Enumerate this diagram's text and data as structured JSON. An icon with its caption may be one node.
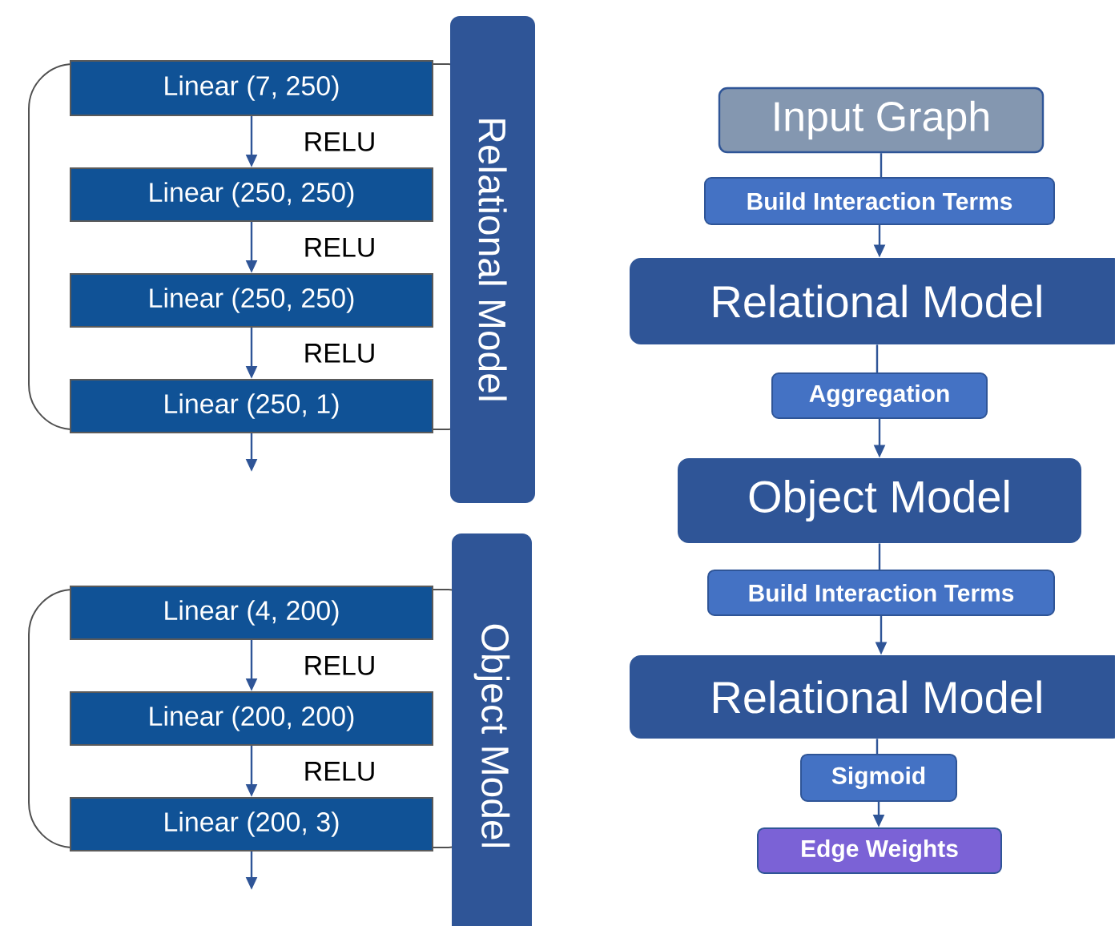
{
  "diagram": {
    "nodes": [
      {
        "text": [
          "Relational Model"
        ]
      },
      {
        "text": [
          "Linear (7, 250)"
        ]
      },
      {
        "text": [
          "Linear (250, 250)"
        ]
      },
      {
        "text": [
          "Linear (250, 250)"
        ]
      },
      {
        "text": [
          "Linear (250, 1)"
        ]
      },
      {
        "text": [
          "Object Model"
        ]
      },
      {
        "text": [
          "Linear (4, 200)"
        ]
      },
      {
        "text": [
          "Linear (200, 200)"
        ]
      },
      {
        "text": [
          "Linear (200, 3)"
        ]
      },
      {
        "text": [
          "Input Graph"
        ]
      },
      {
        "text": [
          "Build Interaction Terms"
        ]
      },
      {
        "text": [
          "Relational Model"
        ]
      },
      {
        "text": [
          "Aggregation"
        ]
      },
      {
        "text": [
          "Object Model"
        ]
      },
      {
        "text": [
          "Build Interaction Terms"
        ]
      },
      {
        "text": [
          "Relational Model"
        ]
      },
      {
        "text": [
          "Sigmoid"
        ]
      },
      {
        "text": [
          "Edge Weights"
        ]
      }
    ],
    "edges": [
      {
        "from": 1,
        "to": 2,
        "arrow": "to",
        "label": "RELU"
      },
      {
        "from": 2,
        "to": 3,
        "arrow": "to",
        "label": "RELU"
      },
      {
        "from": 3,
        "to": 4,
        "arrow": "to",
        "label": "RELU"
      },
      {
        "from": 4,
        "to": null,
        "arrow": "to"
      },
      {
        "from": 6,
        "to": 7,
        "arrow": "to",
        "label": "RELU"
      },
      {
        "from": 7,
        "to": 8,
        "arrow": "to",
        "label": "RELU"
      },
      {
        "from": 8,
        "to": null,
        "arrow": "to"
      },
      {
        "from": 9,
        "to": 10,
        "arrow": "none"
      },
      {
        "from": 10,
        "to": 11,
        "arrow": "to"
      },
      {
        "from": 11,
        "to": 12,
        "arrow": "none"
      },
      {
        "from": 12,
        "to": 13,
        "arrow": "to"
      },
      {
        "from": 13,
        "to": 14,
        "arrow": "none"
      },
      {
        "from": 14,
        "to": 15,
        "arrow": "to"
      },
      {
        "from": 15,
        "to": 16,
        "arrow": "none"
      },
      {
        "from": 16,
        "to": 17,
        "arrow": "to"
      }
    ]
  }
}
